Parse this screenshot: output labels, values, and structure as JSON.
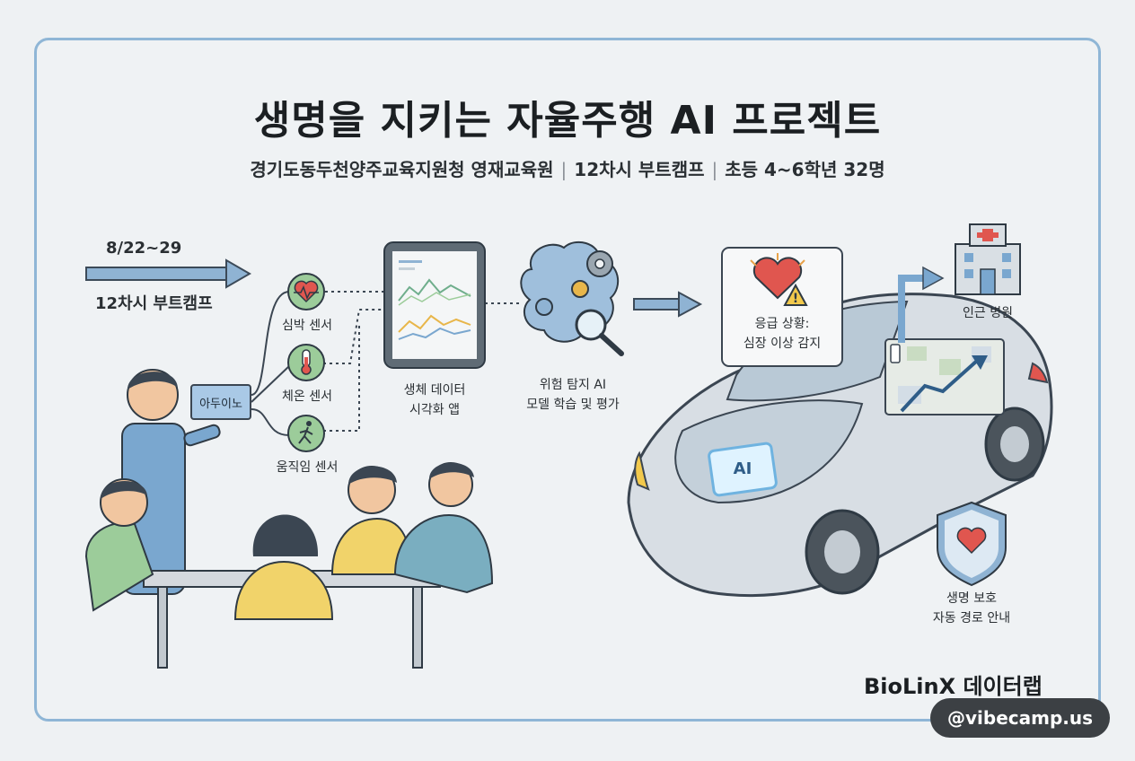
{
  "title": "생명을 지키는 자율주행 AI 프로젝트",
  "subtitle": {
    "org": "경기도동두천양주교육지원청 영재교육원",
    "program": "12차시 부트캠프",
    "target": "초등 4~6학년 32명",
    "separator": "|"
  },
  "timeline": {
    "dates": "8/22~29",
    "label": "12차시 부트캠프"
  },
  "device": {
    "chip_label": "아두이노"
  },
  "sensors": [
    {
      "label": "심박 센서",
      "icon": "heart-pulse-icon"
    },
    {
      "label": "체온 센서",
      "icon": "thermometer-icon"
    },
    {
      "label": "움직임 센서",
      "icon": "walking-person-icon"
    }
  ],
  "tablet": {
    "line1": "생체 데이터",
    "line2": "시각화 앱"
  },
  "ai_model": {
    "line1": "위험 탐지 AI",
    "line2": "모델 학습 및 평가"
  },
  "alert": {
    "line1": "응급 상황:",
    "line2": "심장 이상 감지"
  },
  "hospital": {
    "label": "인근 병원"
  },
  "car_badge": "AI",
  "shield": {
    "line1": "생명 보호",
    "line2": "자동 경로 안내"
  },
  "brand": "BioLinX 데이터랩",
  "watermark": "@vibecamp.us",
  "colors": {
    "frame": "#8fb6d6",
    "accent_blue": "#7aa7cf",
    "heart_red": "#e0564f",
    "sensor_green": "#9ccc9a"
  }
}
